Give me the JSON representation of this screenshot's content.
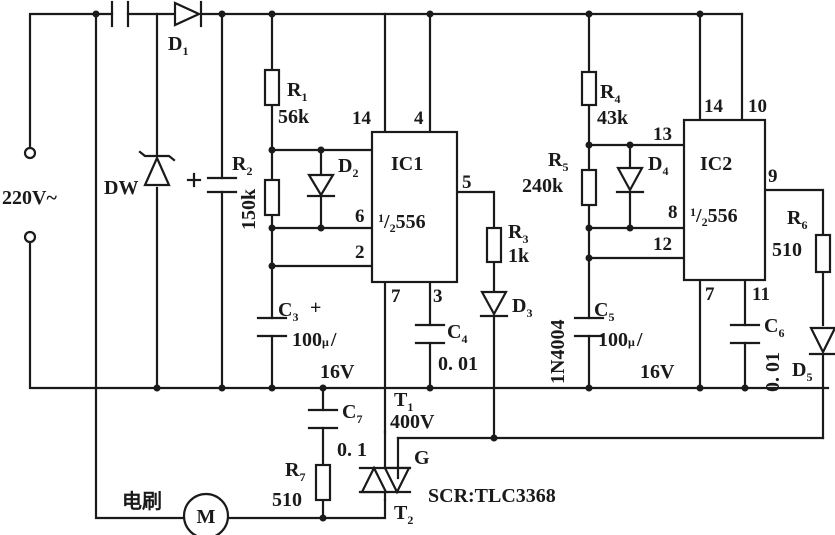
{
  "supply": {
    "voltage": "220",
    "unit": "V",
    "tilde": "~"
  },
  "zener": {
    "label": "DW"
  },
  "d1": {
    "label": "D",
    "sub": "1"
  },
  "r1": {
    "label": "R",
    "sub": "1",
    "value": "56k"
  },
  "r2": {
    "label": "R",
    "sub": "2",
    "value": "150k"
  },
  "d2": {
    "label": "D",
    "sub": "2"
  },
  "ic1": {
    "name": "IC1",
    "part_pre": "1",
    "part_den": "2",
    "part_num": "556",
    "pins": {
      "p14": "14",
      "p4": "4",
      "p5": "5",
      "p6": "6",
      "p2": "2",
      "p7": "7",
      "p3": "3"
    }
  },
  "r3": {
    "label": "R",
    "sub": "3",
    "value": "1k"
  },
  "d3": {
    "label": "D",
    "sub": "3"
  },
  "c3": {
    "label": "C",
    "sub": "3",
    "value": "100",
    "micro": "μ",
    "slash": "/",
    "volt": "16V"
  },
  "c4": {
    "label": "C",
    "sub": "4",
    "value": "0. 01"
  },
  "r4": {
    "label": "R",
    "sub": "4",
    "value": "43k"
  },
  "r5": {
    "label": "R",
    "sub": "5",
    "value": "240k"
  },
  "d4": {
    "label": "D",
    "sub": "4"
  },
  "diode_part": "1N4004",
  "ic2": {
    "name": "IC2",
    "part_pre": "1",
    "part_den": "2",
    "part_num": "556",
    "pins": {
      "p14": "14",
      "p10": "10",
      "p13": "13",
      "p9": "9",
      "p8": "8",
      "p12": "12",
      "p7": "7",
      "p11": "11"
    }
  },
  "c5": {
    "label": "C",
    "sub": "5",
    "value": "100",
    "micro": "μ",
    "slash": "/",
    "volt": "16V"
  },
  "c6": {
    "label": "C",
    "sub": "6",
    "value": "0. 01"
  },
  "r6": {
    "label": "R",
    "sub": "6",
    "value": "510"
  },
  "d5": {
    "label": "D",
    "sub": "5"
  },
  "c7": {
    "label": "C",
    "sub": "7",
    "value": "0. 1"
  },
  "r7": {
    "label": "R",
    "sub": "7",
    "value": "510"
  },
  "scr": {
    "t1": "T",
    "t1_sub": "1",
    "rating": "400V",
    "gate": "G",
    "t2": "T",
    "t2_sub": "2",
    "name": "SCR:TLC3368"
  },
  "motor": {
    "caption": "电刷",
    "symbol": "M"
  }
}
